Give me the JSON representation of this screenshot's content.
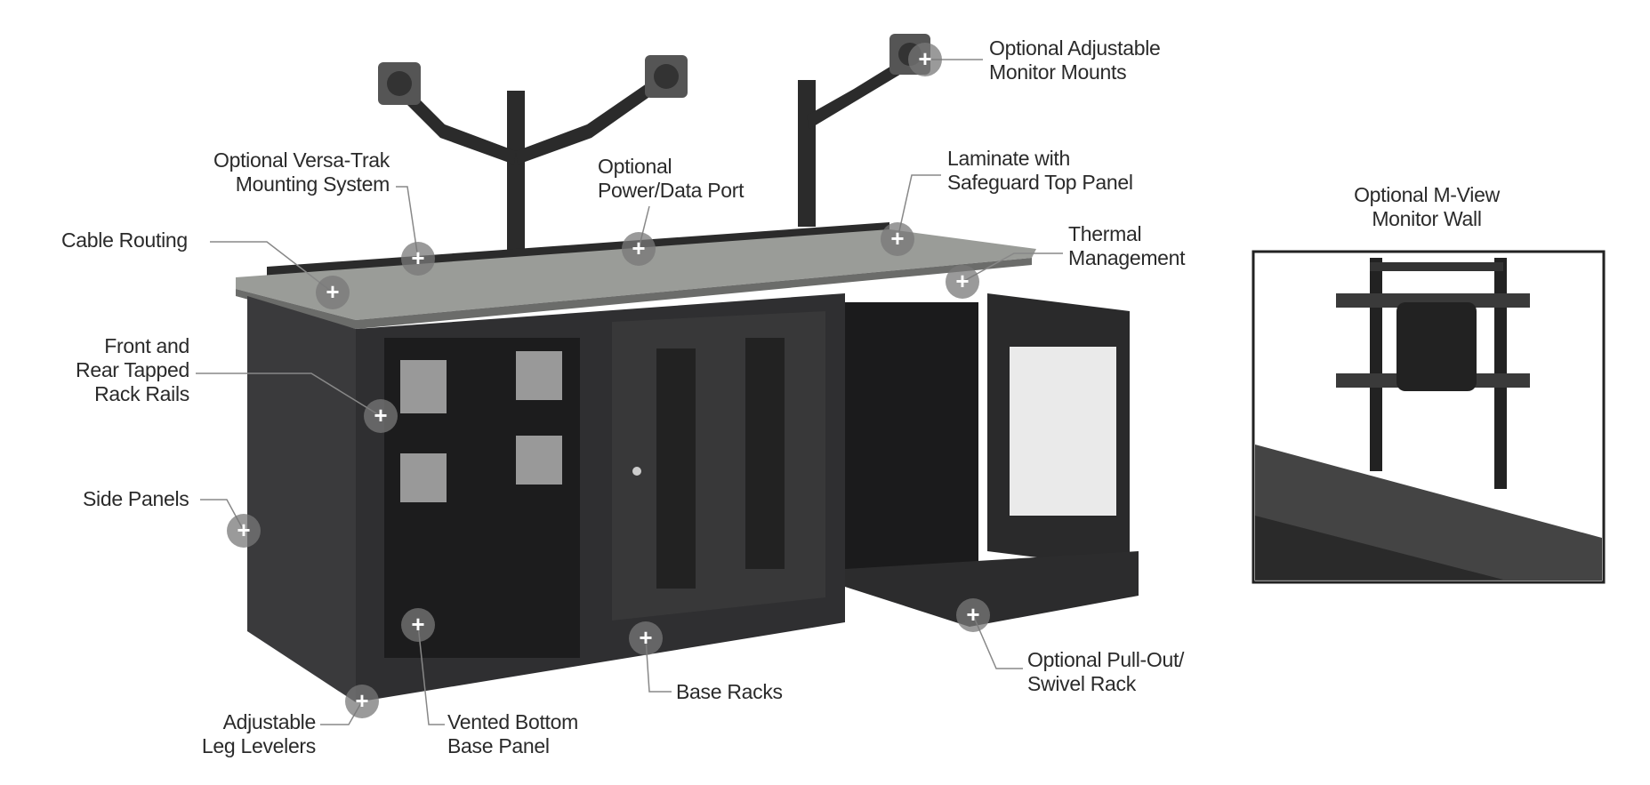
{
  "callouts": {
    "monitor_mounts": [
      "Optional Adjustable",
      "Monitor Mounts"
    ],
    "versa_trak": [
      "Optional Versa-Trak",
      "Mounting System"
    ],
    "power_data": [
      "Optional",
      "Power/Data Port"
    ],
    "laminate": [
      "Laminate with",
      "Safeguard Top Panel"
    ],
    "cable_routing": [
      "Cable Routing"
    ],
    "thermal": [
      "Thermal",
      "Management"
    ],
    "rack_rails": [
      "Front and",
      "Rear Tapped",
      "Rack Rails"
    ],
    "side_panels": [
      "Side Panels"
    ],
    "leg_levelers": [
      "Adjustable",
      "Leg Levelers"
    ],
    "vented_bottom": [
      "Vented Bottom",
      "Base Panel"
    ],
    "base_racks": [
      "Base Racks"
    ],
    "pull_out": [
      "Optional Pull-Out/",
      "Swivel Rack"
    ],
    "monitor_wall": [
      "Optional M-View",
      "Monitor Wall"
    ]
  },
  "marker_symbol": "+",
  "colors": {
    "cabinet": "#2f2f31",
    "top": "#9a9c98",
    "marker": "#7a7a7a",
    "text": "#2a2a2a"
  }
}
